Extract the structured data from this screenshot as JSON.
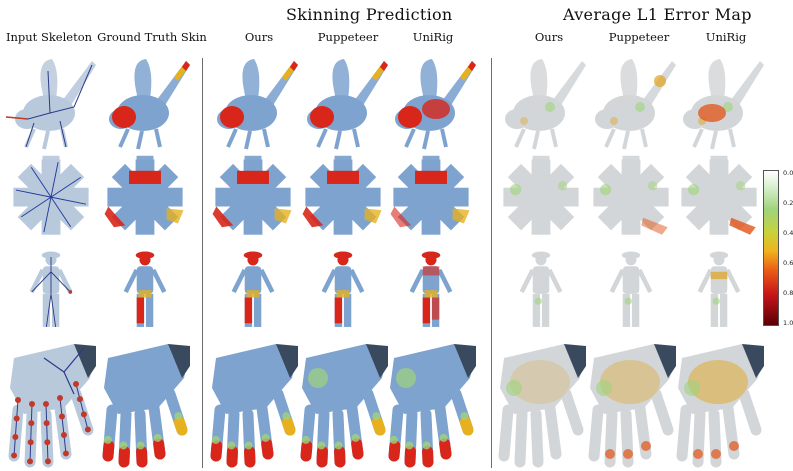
{
  "groups": {
    "skinning_prediction": "Skinning Prediction",
    "error_map": "Average L1 Error Map"
  },
  "columns": {
    "input_skeleton": "Input Skeleton",
    "ground_truth": "Ground Truth Skin",
    "pred_ours": "Ours",
    "pred_puppeteer": "Puppeteer",
    "pred_unirig": "UniRig",
    "err_ours": "Ours",
    "err_puppeteer": "Puppeteer",
    "err_unirig": "UniRig"
  },
  "rows": [
    "bee",
    "gear",
    "cowboy",
    "hand"
  ],
  "colorbar": {
    "ticks": [
      "0.0",
      "0.2",
      "0.4",
      "0.6",
      "0.8",
      "1.0"
    ],
    "colors": [
      "#ffffff",
      "#9fd37a",
      "#f0b21d",
      "#c8151a",
      "#5a0005"
    ]
  },
  "colors": {
    "mesh_blue": "#7ea3cf",
    "error_grey": "#d3d6d8",
    "weight_red": "#d8261a",
    "divider": "#6d6d6d"
  }
}
